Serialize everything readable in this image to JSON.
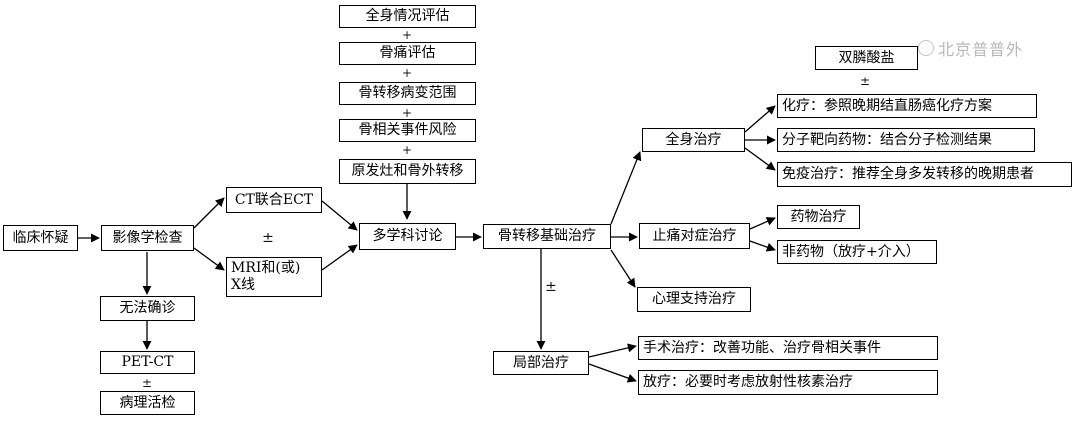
{
  "nodes": {
    "clinical_suspicion": "临床怀疑",
    "imaging_exam": "影像学检查",
    "ct_ect": "CT联合ECT",
    "mri_line1": "MRI和(或)",
    "mri_line2": "X线",
    "undiagnosed": "无法确诊",
    "pet_ct": "PET-CT",
    "biopsy": "病理活检",
    "overall_assessment": "全身情况评估",
    "bone_pain_assessment": "骨痛评估",
    "lesion_extent": "骨转移病变范围",
    "sre_risk": "骨相关事件风险",
    "primary_extraosseous": "原发灶和骨外转移",
    "mdt": "多学科讨论",
    "basic_treatment": "骨转移基础治疗",
    "systemic_treatment": "全身治疗",
    "analgesic_treatment": "止痛对症治疗",
    "psych_support": "心理支持治疗",
    "local_treatment": "局部治疗",
    "bisphosphonate": "双膦酸盐",
    "chemo": "化疗：参照晚期结直肠癌化疗方案",
    "targeted": "分子靶向药物：结合分子检测结果",
    "immuno": "免疫治疗：推荐全身多发转移的晚期患者",
    "drug_therapy": "药物治疗",
    "non_drug": "非药物（放疗+介入）",
    "surgery": "手术治疗：改善功能、治疗骨相关事件",
    "radiotherapy": "放疗：必要时考虑放射性核素治疗"
  },
  "symbols": {
    "plus": "+",
    "plus_minus": "±"
  },
  "watermark": "北京普普外",
  "colors": {
    "line": "#000000",
    "watermark": "#b8b8b8"
  }
}
